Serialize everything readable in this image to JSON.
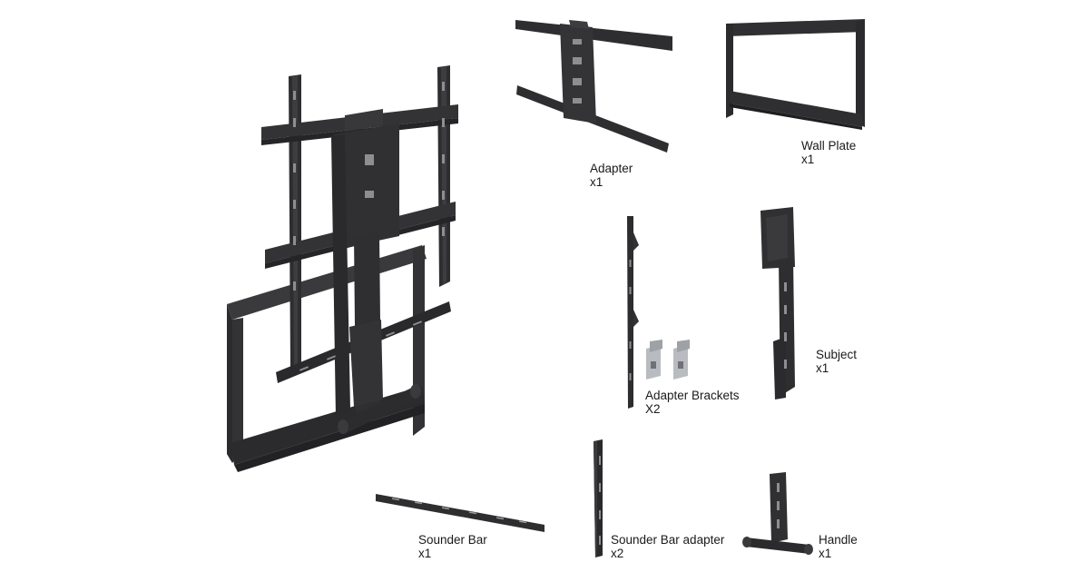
{
  "colors": {
    "metal_dark": "#2b2b2d",
    "metal_mid": "#3a3a3c",
    "metal_light": "#4a4a4d",
    "slot": "#9a9a9a",
    "bracket_silver": "#b8bcc0",
    "background": "#ffffff"
  },
  "parts": [
    {
      "id": "main-assembly",
      "name": "",
      "qty": ""
    },
    {
      "id": "adapter",
      "name": "Adapter",
      "qty": "x1"
    },
    {
      "id": "wall-plate",
      "name": "Wall Plate",
      "qty": "x1"
    },
    {
      "id": "adapter-brackets",
      "name": "Adapter Brackets",
      "qty": "X2"
    },
    {
      "id": "subject",
      "name": "Subject",
      "qty": "x1"
    },
    {
      "id": "sounder-bar",
      "name": "Sounder Bar",
      "qty": "x1"
    },
    {
      "id": "sounder-bar-adapter",
      "name": "Sounder Bar adapter",
      "qty": "x2"
    },
    {
      "id": "handle",
      "name": "Handle",
      "qty": "x1"
    }
  ]
}
